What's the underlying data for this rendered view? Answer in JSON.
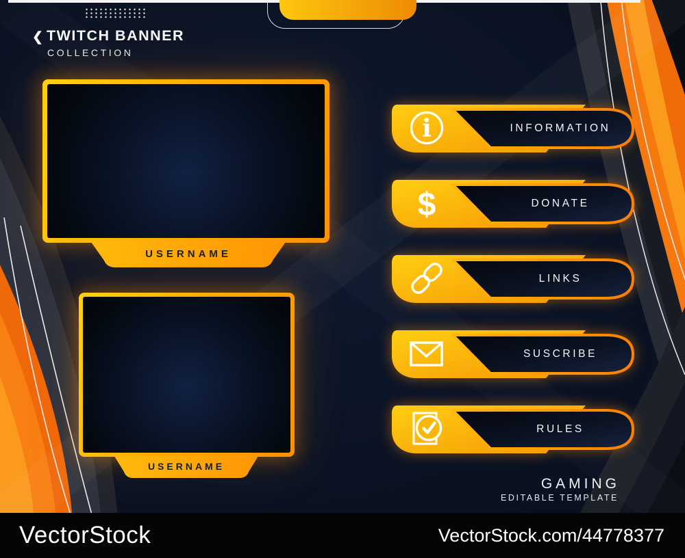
{
  "page": {
    "header": {
      "back_glyph": "❮",
      "title": "TWITCH BANNER",
      "subtitle": "COLLECTION"
    },
    "screen_frames": [
      {
        "name": "stream-screen-1",
        "username_label": "USERNAME"
      },
      {
        "name": "stream-screen-2",
        "username_label": "USERNAME"
      }
    ],
    "panels": [
      {
        "label": "INFORMATION",
        "icon": "info-circle-icon",
        "icon_glyph": "i"
      },
      {
        "label": "DONATE",
        "icon": "dollar-icon",
        "icon_glyph": "$"
      },
      {
        "label": "LINKS",
        "icon": "chain-link-icon"
      },
      {
        "label": "SUSCRIBE",
        "icon": "envelope-icon"
      },
      {
        "label": "RULES",
        "icon": "check-square-icon"
      }
    ],
    "footer": {
      "title": "GAMING",
      "subtitle": "EDITABLE TEMPLATE"
    },
    "watermark_bar": {
      "brand": "VectorStock",
      "reference": "VectorStock.com/44778377"
    },
    "colors": {
      "background": "#0b1324",
      "yellow": "#fdc013",
      "orange": "#f97b0e",
      "panel_dark": "#0b1222",
      "accent_stroke": "#fd8a05",
      "text_light": "#f4f5f7",
      "text_dark": "#16202f"
    }
  }
}
